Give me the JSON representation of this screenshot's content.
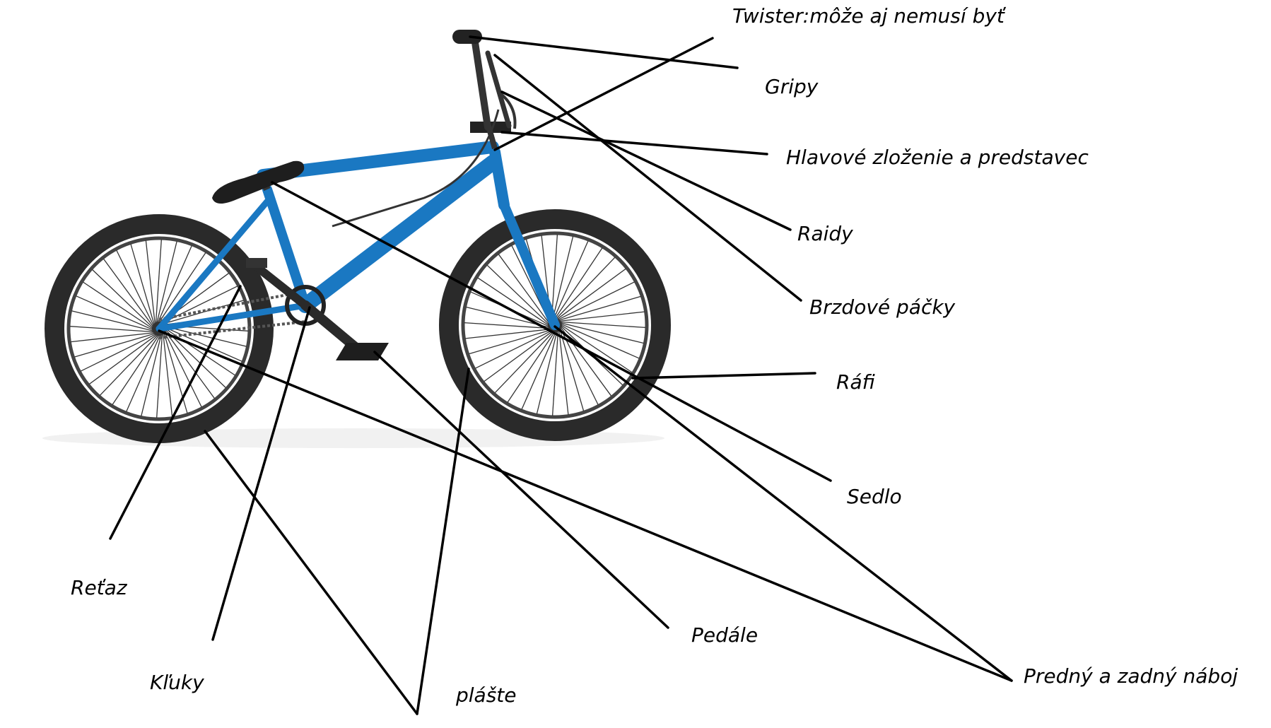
{
  "labels": {
    "twister": "Twister:môže aj nemusí byť",
    "gripy": "Gripy",
    "hlavove": "Hlavové zloženie a predstavec",
    "raidy": "Raidy",
    "brzdove": "Brzdové páčky",
    "rafi": "Ráfi",
    "sedlo": "Sedlo",
    "retaz": "Reťaz",
    "pedale": "Pedále",
    "kluky": "Kľuky",
    "plaste": "plášte",
    "naboj": "Predný a zadný náboj"
  },
  "colors": {
    "frame": "#1a78c2",
    "frame_dark": "#0f5a96",
    "tire": "#2a2a2a",
    "leader_line": "#000000"
  },
  "icons": [
    "bmx-bicycle-illustration"
  ]
}
